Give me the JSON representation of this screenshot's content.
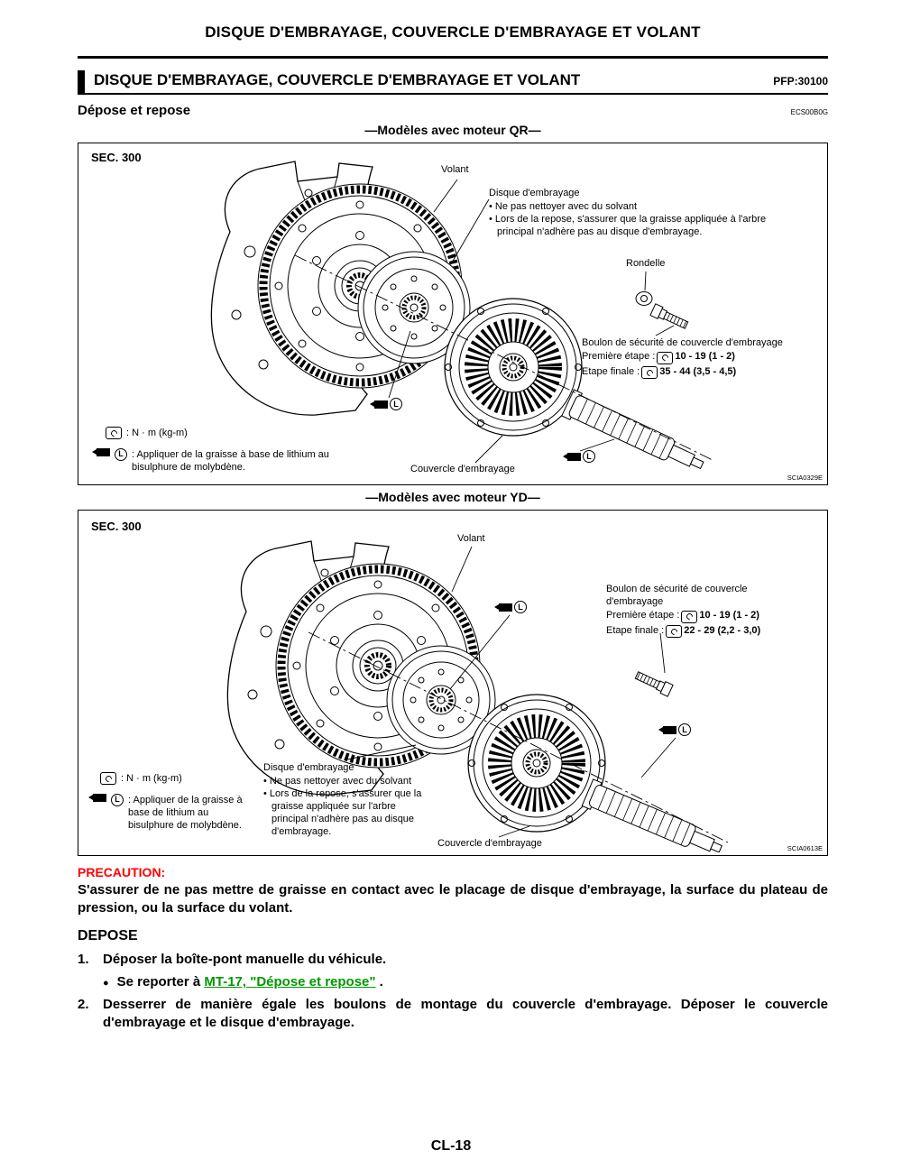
{
  "page": {
    "top_title": "DISQUE D'EMBRAYAGE, COUVERCLE D'EMBRAYAGE ET VOLANT",
    "footer": "CL-18"
  },
  "section": {
    "title": "DISQUE D'EMBRAYAGE, COUVERCLE D'EMBRAYAGE ET VOLANT",
    "pfp": "PFP:30100",
    "subsection": "Dépose et repose",
    "subsection_code": "ECS00B0G"
  },
  "symbols": {
    "l": "L"
  },
  "diagram_qr": {
    "caption": "—Modèles avec moteur QR—",
    "sec": "SEC. 300",
    "volant": "Volant",
    "disque_title": "Disque d'embrayage",
    "disque_b1": "Ne pas nettoyer avec du solvant",
    "disque_b2": "Lors de la repose, s'assurer que la graisse appliquée à l'arbre principal n'adhère pas au disque d'embrayage.",
    "rondelle": "Rondelle",
    "boulon_title": "Boulon de sécurité de couvercle d'embrayage",
    "etape1_label": "Première étape :",
    "etape1_val": "10 - 19 (1 - 2)",
    "etape2_label": "Etape finale :",
    "etape2_val": "35 - 44 (3,5 - 4,5)",
    "couvercle": "Couvercle d'embrayage",
    "legend_torque": ": N · m (kg-m)",
    "legend_grease": ": Appliquer de la graisse à base de lithium au bisulphure de molybdène.",
    "code": "SCIA0329E"
  },
  "diagram_yd": {
    "caption": "—Modèles avec moteur YD—",
    "sec": "SEC. 300",
    "volant": "Volant",
    "boulon_title": "Boulon de sécurité de couvercle d'embrayage",
    "etape1_label": "Première étape :",
    "etape1_val": "10 - 19 (1 - 2)",
    "etape2_label": "Etape finale :",
    "etape2_val": "22 - 29 (2,2 - 3,0)",
    "disque_title": "Disque d'embrayage",
    "disque_b1": "Ne pas nettoyer avec du solvant",
    "disque_b2": "Lors de la repose, s'assurer que la graisse appliquée sur l'arbre principal n'adhère pas au disque d'embrayage.",
    "couvercle": "Couvercle d'embrayage",
    "legend_torque": ": N · m (kg-m)",
    "legend_grease": ": Appliquer de la graisse à base de lithium au bisulphure de molybdène.",
    "code": "SCIA0613E"
  },
  "precaution": {
    "title": "PRECAUTION:",
    "body": "S'assurer de ne pas mettre de graisse en contact avec le placage de disque d'embrayage, la surface du plateau de pression, ou la surface du volant."
  },
  "depose": {
    "title": "DEPOSE",
    "step1_num": "1.",
    "step1_text": "Déposer la boîte-pont manuelle du véhicule.",
    "ref_prefix": "Se reporter à ",
    "ref_link": "MT-17, \"Dépose et repose\"",
    "ref_suffix": " .",
    "step2_num": "2.",
    "step2_text": "Desserrer de manière égale les boulons de montage du couvercle d'embrayage. Déposer le couvercle d'embrayage et le disque d'embrayage."
  }
}
